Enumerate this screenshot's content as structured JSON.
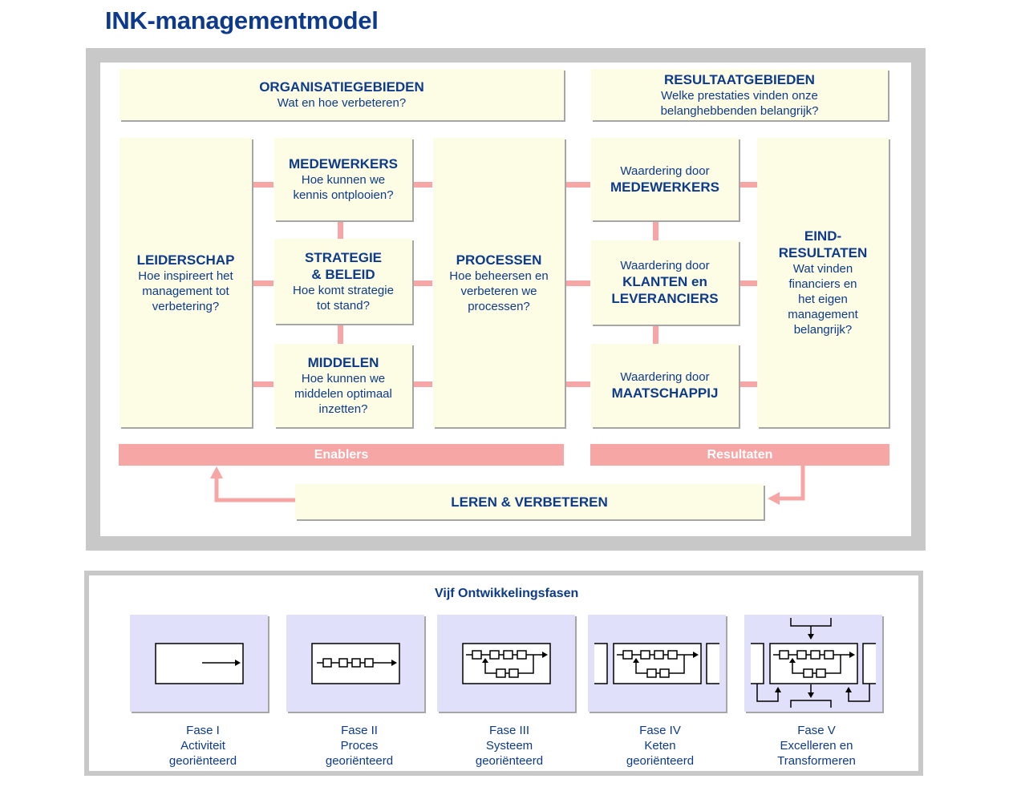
{
  "title": "INK-managementmodel",
  "organisatie": {
    "heading": "ORGANISATIEGEBIEDEN",
    "text": "Wat en hoe verbeteren?"
  },
  "resultaat": {
    "heading": "RESULTAATGEBIEDEN",
    "line1": "Welke prestaties vinden onze",
    "line2": "belanghebbenden  belangrijk?"
  },
  "leiderschap": {
    "heading": "LEIDERSCHAP",
    "lines": [
      "Hoe inspireert het",
      "management  tot",
      "verbetering?"
    ]
  },
  "medewerkers": {
    "heading": "MEDEWERKERS",
    "lines": [
      "Hoe kunnen  we",
      "kennis ontplooien?"
    ]
  },
  "strategie": {
    "heading1": "STRATEGIE",
    "heading2": "& BELEID",
    "lines": [
      "Hoe komt strategie",
      "tot stand?"
    ]
  },
  "middelen": {
    "heading": "MIDDELEN",
    "lines": [
      "Hoe kunnen  we",
      "middelen optimaal",
      "inzetten?"
    ]
  },
  "processen": {
    "heading": "PROCESSEN",
    "lines": [
      "Hoe beheersen  en",
      "verbeteren  we",
      "processen?"
    ]
  },
  "waard_medewerkers": {
    "pre": "Waardering door",
    "heading": "MEDEWERKERS"
  },
  "waard_klanten": {
    "pre": "Waardering door",
    "heading1": "KLANTEN en",
    "heading2": "LEVERANCIERS"
  },
  "waard_maatschappij": {
    "pre": "Waardering door",
    "heading": "MAATSCHAPPIJ"
  },
  "eindresultaten": {
    "heading1": "EIND-",
    "heading2": "RESULTATEN",
    "lines": [
      "Wat vinden",
      "financiers en",
      "het eigen",
      "management",
      "belangrijk?"
    ]
  },
  "bands": {
    "enablers": "Enablers",
    "resultaten": "Resultaten"
  },
  "leren": "LEREN & VERBETEREN",
  "phases_title": "Vijf Ontwikkelingsfasen",
  "phases": [
    {
      "lines": [
        "Fase I",
        "Activiteit",
        "georiënteerd"
      ]
    },
    {
      "lines": [
        "Fase II",
        "Proces",
        "georiënteerd"
      ]
    },
    {
      "lines": [
        "Fase III",
        "Systeem",
        "georiënteerd"
      ]
    },
    {
      "lines": [
        "Fase IV",
        "Keten",
        "georiënteerd"
      ]
    },
    {
      "lines": [
        "Fase V",
        "Excelleren  en",
        "Transformeren"
      ]
    }
  ],
  "colors": {
    "accent": "#0d3a8a",
    "box": "#fdfde6",
    "connector": "#f6a7a5",
    "phase_bg": "#e0e0fa"
  }
}
